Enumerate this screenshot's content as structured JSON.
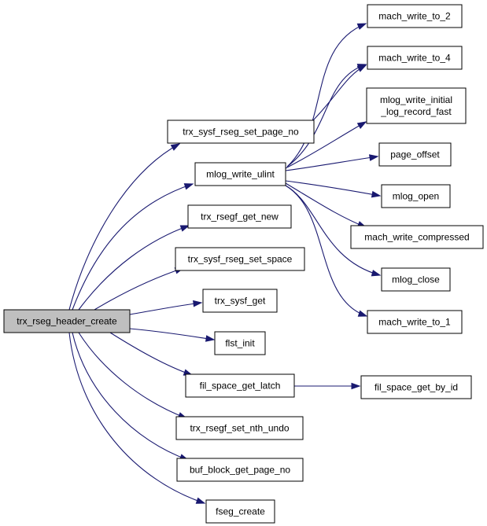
{
  "colors": {
    "root_fill": "#bfbfbf",
    "node_fill": "#ffffff",
    "node_border": "#000000",
    "edge": "#191970"
  },
  "nodes": {
    "root": "trx_rseg_header_create",
    "trx_sysf_rseg_set_page_no": "trx_sysf_rseg_set_page_no",
    "mlog_write_ulint": "mlog_write_ulint",
    "trx_rsegf_get_new": "trx_rsegf_get_new",
    "trx_sysf_rseg_set_space": "trx_sysf_rseg_set_space",
    "trx_sysf_get": "trx_sysf_get",
    "flst_init": "flst_init",
    "fil_space_get_latch": "fil_space_get_latch",
    "trx_rsegf_set_nth_undo": "trx_rsegf_set_nth_undo",
    "buf_block_get_page_no": "buf_block_get_page_no",
    "fseg_create": "fseg_create",
    "mach_write_to_2": "mach_write_to_2",
    "mach_write_to_4": "mach_write_to_4",
    "mlog_write_initial_log_record_fast": [
      "mlog_write_initial",
      "_log_record_fast"
    ],
    "page_offset": "page_offset",
    "mlog_open": "mlog_open",
    "mach_write_compressed": "mach_write_compressed",
    "mlog_close": "mlog_close",
    "mach_write_to_1": "mach_write_to_1",
    "fil_space_get_by_id": "fil_space_get_by_id"
  },
  "edges": [
    [
      "root",
      "trx_sysf_rseg_set_page_no"
    ],
    [
      "root",
      "mlog_write_ulint"
    ],
    [
      "root",
      "trx_rsegf_get_new"
    ],
    [
      "root",
      "trx_sysf_rseg_set_space"
    ],
    [
      "root",
      "trx_sysf_get"
    ],
    [
      "root",
      "flst_init"
    ],
    [
      "root",
      "fil_space_get_latch"
    ],
    [
      "root",
      "trx_rsegf_set_nth_undo"
    ],
    [
      "root",
      "buf_block_get_page_no"
    ],
    [
      "root",
      "fseg_create"
    ],
    [
      "trx_sysf_rseg_set_page_no",
      "mach_write_to_4"
    ],
    [
      "mlog_write_ulint",
      "mach_write_to_2"
    ],
    [
      "mlog_write_ulint",
      "mach_write_to_4"
    ],
    [
      "mlog_write_ulint",
      "mlog_write_initial_log_record_fast"
    ],
    [
      "mlog_write_ulint",
      "page_offset"
    ],
    [
      "mlog_write_ulint",
      "mlog_open"
    ],
    [
      "mlog_write_ulint",
      "mach_write_compressed"
    ],
    [
      "mlog_write_ulint",
      "mlog_close"
    ],
    [
      "mlog_write_ulint",
      "mach_write_to_1"
    ],
    [
      "fil_space_get_latch",
      "fil_space_get_by_id"
    ]
  ]
}
